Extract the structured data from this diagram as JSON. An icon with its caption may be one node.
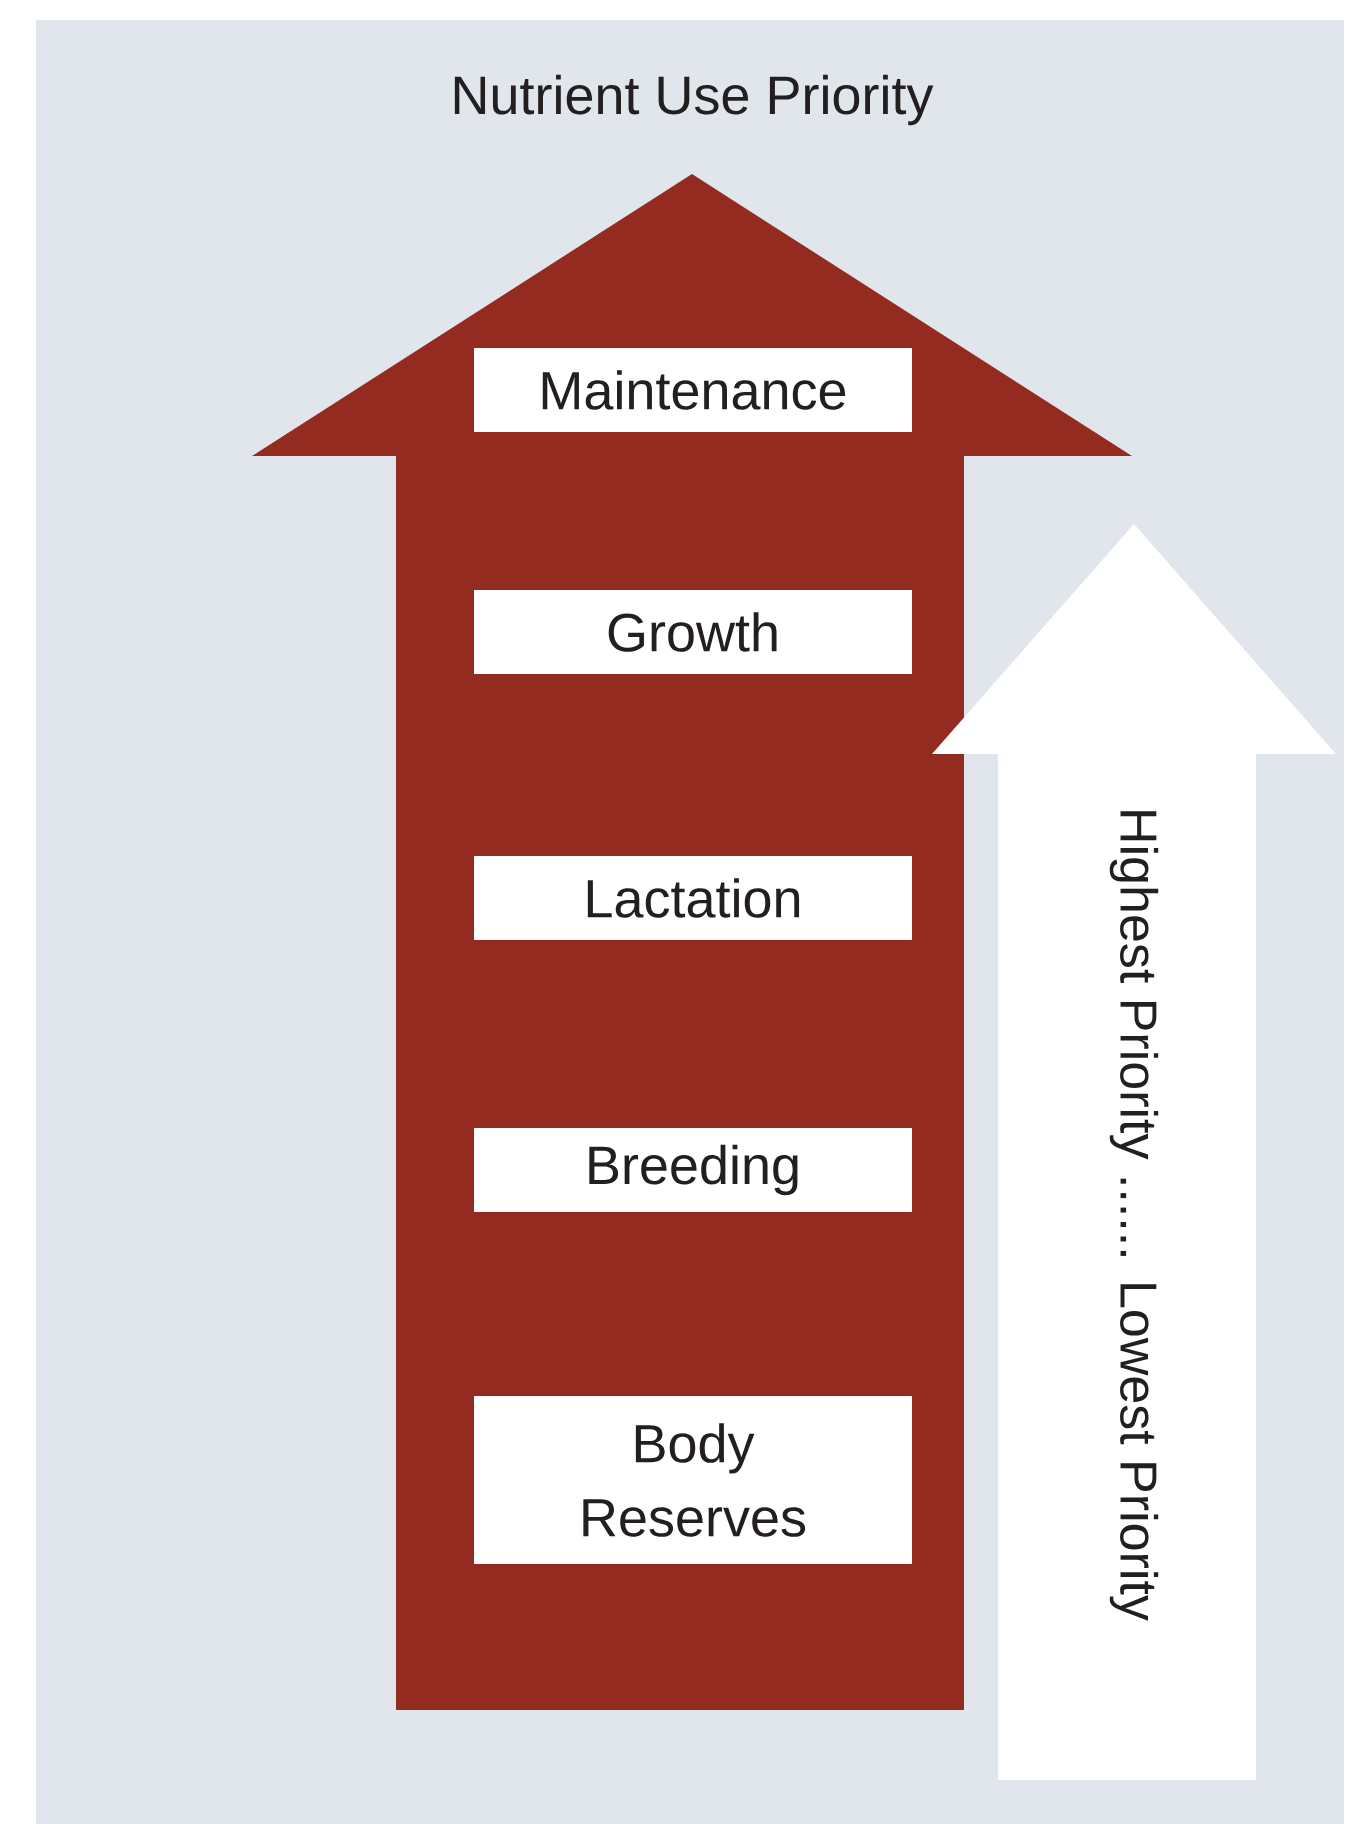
{
  "diagram": {
    "title": "Nutrient Use Priority",
    "nodes": [
      {
        "text": [
          "Maintenance"
        ]
      },
      {
        "text": [
          "Growth"
        ]
      },
      {
        "text": [
          "Lactation"
        ]
      },
      {
        "text": [
          "Breeding"
        ]
      },
      {
        "text": [
          "Body Reserves"
        ]
      },
      {
        "text": [
          "Highest Priority ...... Lowest Priority"
        ]
      }
    ]
  }
}
